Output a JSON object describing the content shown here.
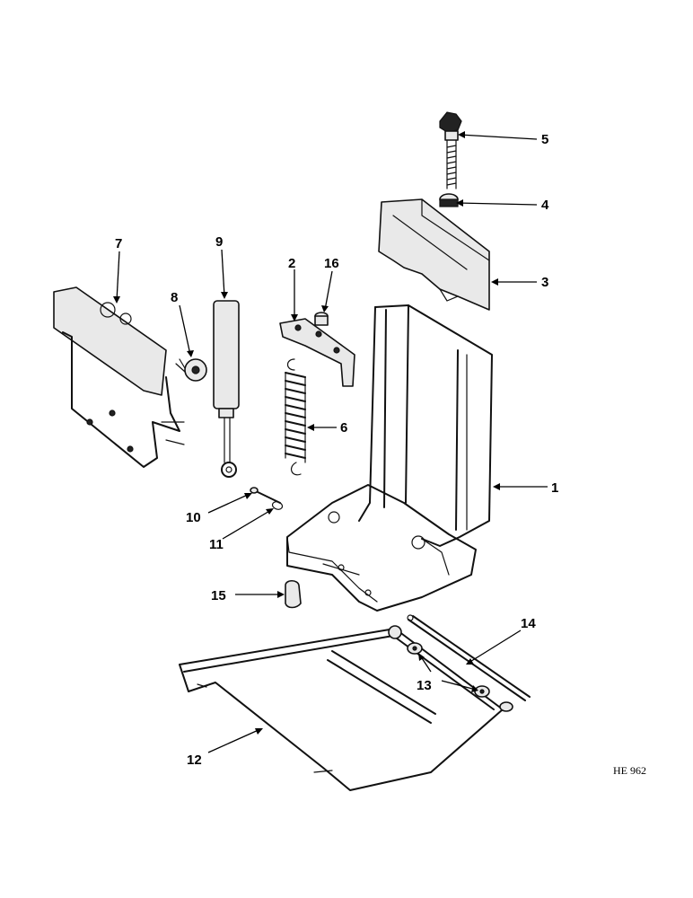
{
  "diagram": {
    "code_label": "HE 962",
    "callouts": [
      {
        "id": "c1",
        "text": "1"
      },
      {
        "id": "c2",
        "text": "2"
      },
      {
        "id": "c3",
        "text": "3"
      },
      {
        "id": "c4",
        "text": "4"
      },
      {
        "id": "c5",
        "text": "5"
      },
      {
        "id": "c6",
        "text": "6"
      },
      {
        "id": "c7",
        "text": "7"
      },
      {
        "id": "c8",
        "text": "8"
      },
      {
        "id": "c9",
        "text": "9"
      },
      {
        "id": "c10",
        "text": "10"
      },
      {
        "id": "c11",
        "text": "11"
      },
      {
        "id": "c12",
        "text": "12"
      },
      {
        "id": "c13",
        "text": "13"
      },
      {
        "id": "c14",
        "text": "14"
      },
      {
        "id": "c15",
        "text": "15"
      },
      {
        "id": "c16",
        "text": "16"
      }
    ]
  }
}
